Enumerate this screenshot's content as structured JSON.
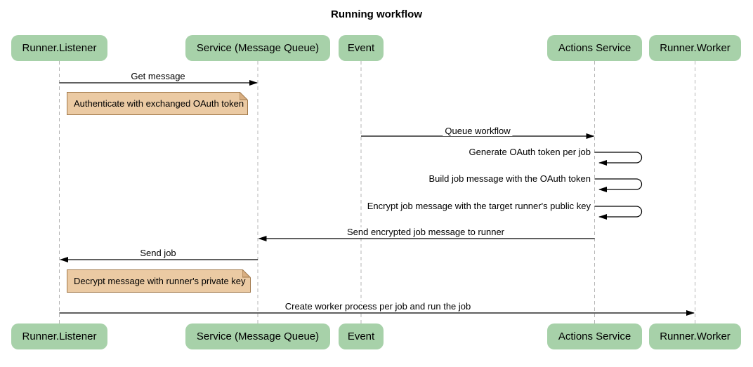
{
  "title": "Running workflow",
  "participants": [
    {
      "label": "Runner.Listener"
    },
    {
      "label": "Service (Message Queue)"
    },
    {
      "label": "Event"
    },
    {
      "label": "Actions Service"
    },
    {
      "label": "Runner.Worker"
    }
  ],
  "messages": [
    {
      "label": "Get message",
      "from": "Runner.Listener",
      "to": "Service (Message Queue)"
    },
    {
      "label": "Queue workflow",
      "from": "Event",
      "to": "Actions Service"
    },
    {
      "label": "Generate OAuth token per job",
      "from": "Actions Service",
      "to": "Actions Service"
    },
    {
      "label": "Build job message with the OAuth token",
      "from": "Actions Service",
      "to": "Actions Service"
    },
    {
      "label": "Encrypt job message with the target runner's public key",
      "from": "Actions Service",
      "to": "Actions Service"
    },
    {
      "label": "Send encrypted job message to runner",
      "from": "Actions Service",
      "to": "Service (Message Queue)"
    },
    {
      "label": "Send job",
      "from": "Service (Message Queue)",
      "to": "Runner.Listener"
    },
    {
      "label": "Create worker process per job and run the job",
      "from": "Runner.Listener",
      "to": "Runner.Worker"
    }
  ],
  "notes": [
    {
      "text": "Authenticate with exchanged OAuth token",
      "anchor": "Runner.Listener"
    },
    {
      "text": "Decrypt message with runner's private key",
      "anchor": "Runner.Listener"
    }
  ],
  "colors": {
    "background": "#ffffff",
    "participant_fill": "#a7d1a9",
    "note_fill": "#ebcaa3",
    "note_border": "#a0784a",
    "lifeline": "#b5b5b5",
    "arrow": "#000000",
    "text": "#000000"
  }
}
